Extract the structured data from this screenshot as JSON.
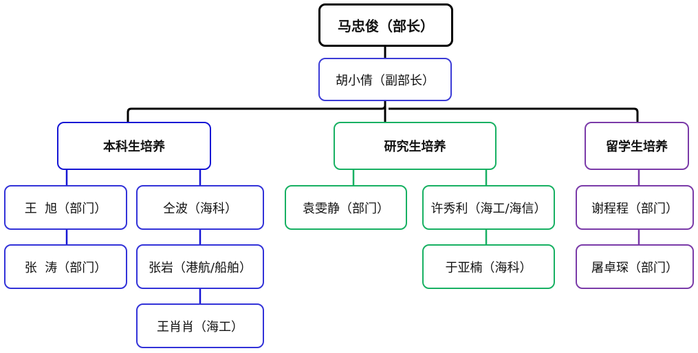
{
  "org": {
    "head": "马忠俊（部长）",
    "deputy": "胡小倩（副部长）",
    "undergrad": {
      "title": "本科生培养",
      "col1": [
        "王  旭（部门）",
        "张  涛（部门）"
      ],
      "col2": [
        "仝波（海科）",
        "张岩（港航/船舶）",
        "王肖肖（海工）"
      ]
    },
    "graduate": {
      "title": "研究生培养",
      "col1": [
        "袁雯静（部门）"
      ],
      "col2": [
        "许秀利（海工/海信）",
        "于亚楠（海科）"
      ]
    },
    "intl": {
      "title": "留学生培养",
      "col1": [
        "谢程程（部门）",
        "屠卓琛（部门）"
      ]
    }
  },
  "colors": {
    "head_border": "#000000",
    "deputy_border": "#3b3bd6",
    "undergrad_border": "#1515d4",
    "undergrad_members_border": "#3232d8",
    "graduate_border": "#17b062",
    "intl_border": "#7a3aa8",
    "trunk_line": "#000000"
  }
}
